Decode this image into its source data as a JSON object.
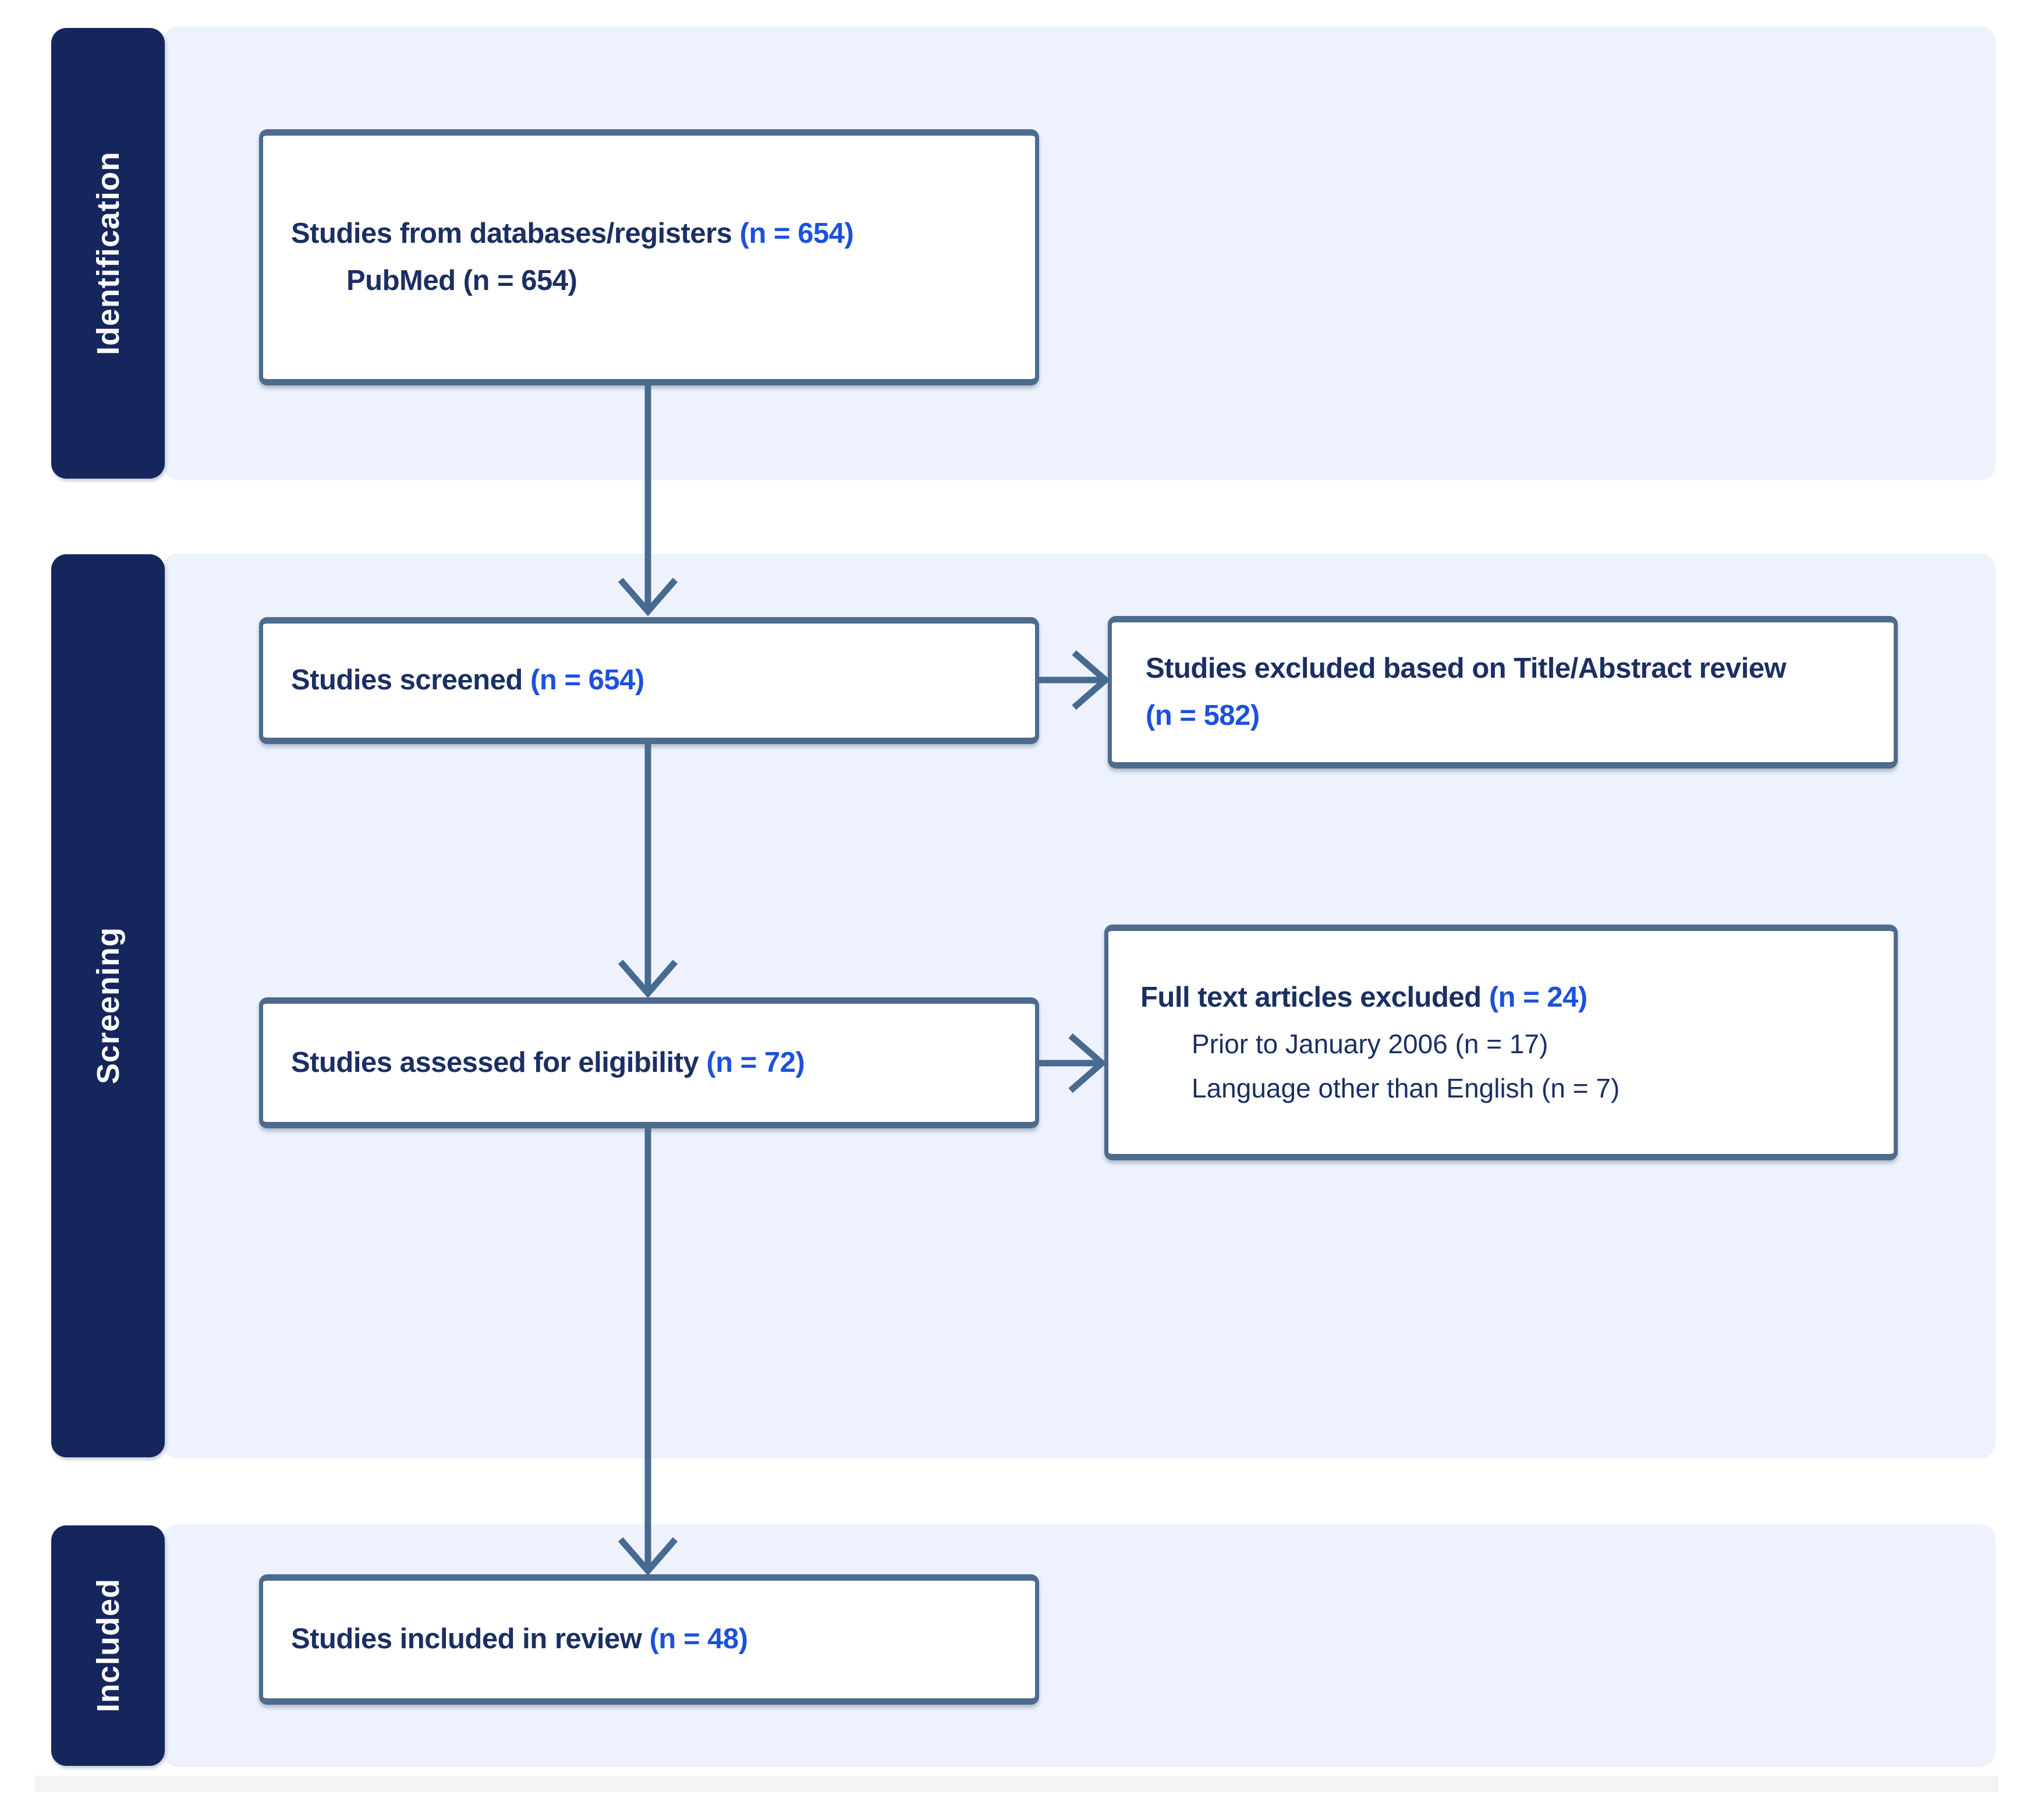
{
  "stages": [
    {
      "label": "Identification"
    },
    {
      "label": "Screening"
    },
    {
      "label": "Included"
    }
  ],
  "boxes": {
    "databases": {
      "label": "Studies from databases/registers",
      "count": "(n = 654)",
      "subline": "PubMed (n = 654)"
    },
    "screened": {
      "label": "Studies screened",
      "count": "(n = 654)"
    },
    "excluded_title_abstract": {
      "label": "Studies excluded based on Title/Abstract review",
      "count": "(n = 582)"
    },
    "assessed": {
      "label": "Studies assessed for eligibility",
      "count": "(n = 72)"
    },
    "excluded_fulltext": {
      "label": "Full text articles excluded",
      "count": "(n = 24)",
      "sublines": [
        "Prior to January 2006 (n = 17)",
        "Language other than English (n = 7)"
      ]
    },
    "included": {
      "label": "Studies included in review",
      "count": "(n = 48)"
    }
  },
  "colors": {
    "stage_navy": "#14265c",
    "panel_blue": "#edf2fd",
    "box_border": "#4d6b8d",
    "arrow": "#486a90",
    "text_navy": "#1b2f62",
    "accent_blue": "#1c51dc",
    "footer_gray": "#f4f4f4"
  }
}
